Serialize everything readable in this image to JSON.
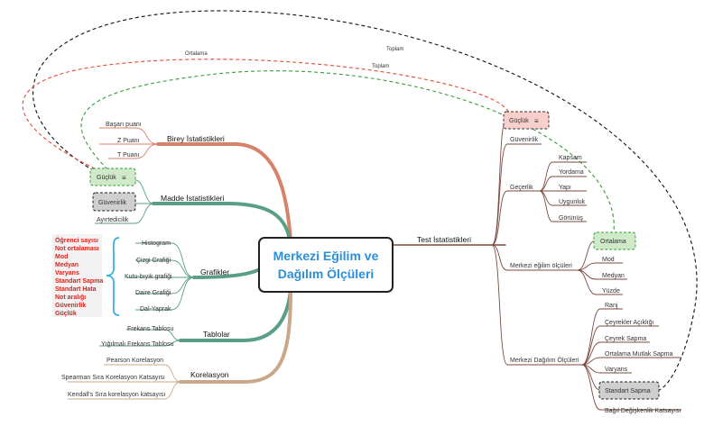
{
  "central": {
    "line1": "Merkezi Eğilim ve",
    "line2": "Dağılım Ölçüleri"
  },
  "branches": {
    "birey": {
      "title": "Birey İstatistikleri",
      "items": [
        "Başarı puanı",
        "Z Puanı",
        "T Puanı"
      ]
    },
    "madde": {
      "title": "Madde İstatistikleri",
      "items": [
        "Güçlük",
        "Güvenirlik",
        "Ayırtedicilik"
      ]
    },
    "grafikler": {
      "title": "Grafikler",
      "items": [
        "Histogram",
        "Çizgi Grafiği",
        "Kutu-bıyık grafiği",
        "Daire Grafiği",
        "Dal-Yaprak"
      ]
    },
    "tablolar": {
      "title": "Tablolar",
      "items": [
        "Frekans Tablosu",
        "Yığılmalı Frekans Tablosu"
      ]
    },
    "korelasyon": {
      "title": "Korelasyon",
      "items": [
        "Pearson Korelasyon",
        "Spearman Sıra Korelasyon Katsayısı",
        "Kendall's Sıra korelasyon katsayısı"
      ]
    },
    "test": {
      "title": "Test İstatistikleri",
      "items": [
        "Güçlük",
        "Güvenirlik",
        "Geçerlik",
        "Merkezi eğilim ölçüleri",
        "Merkezi Dağılım Ölçüleri"
      ]
    }
  },
  "gecerlik_items": [
    "Kapsam",
    "Yordama",
    "Yapı",
    "Uygunluk",
    "Görünüş"
  ],
  "merkezi_egilim_items": [
    "Ortalama",
    "Mod",
    "Medyan",
    "Yüzde"
  ],
  "dagilim_items": [
    "Ranj",
    "Çeyrekler Açıklığı",
    "Çeyrek Sapma",
    "Ortalama Mutlak Sapma",
    "Varyans",
    "Standart Sapma",
    "Bağıl Değişkenlik Katsayısı"
  ],
  "note_items": [
    "Öğrenci sayısı",
    "Not ortalaması",
    "Mod",
    "Medyan",
    "Varyans",
    "Standart Sapma",
    "Standart Hata",
    "Not aralığı",
    "Güvenirlik",
    "Güçlük"
  ],
  "connector_labels": [
    "Ortalama",
    "Toplam",
    "Toplam"
  ],
  "colors": {
    "birey": "#d9826a",
    "madde": "#5a9e86",
    "grafikler": "#5a9e86",
    "tablolar": "#5a9e86",
    "korelasyon": "#c9a88a",
    "test": "#7a4a40",
    "note_text": "#e0201a",
    "brace": "#3aaee0",
    "central_text": "#2a8fd8"
  }
}
